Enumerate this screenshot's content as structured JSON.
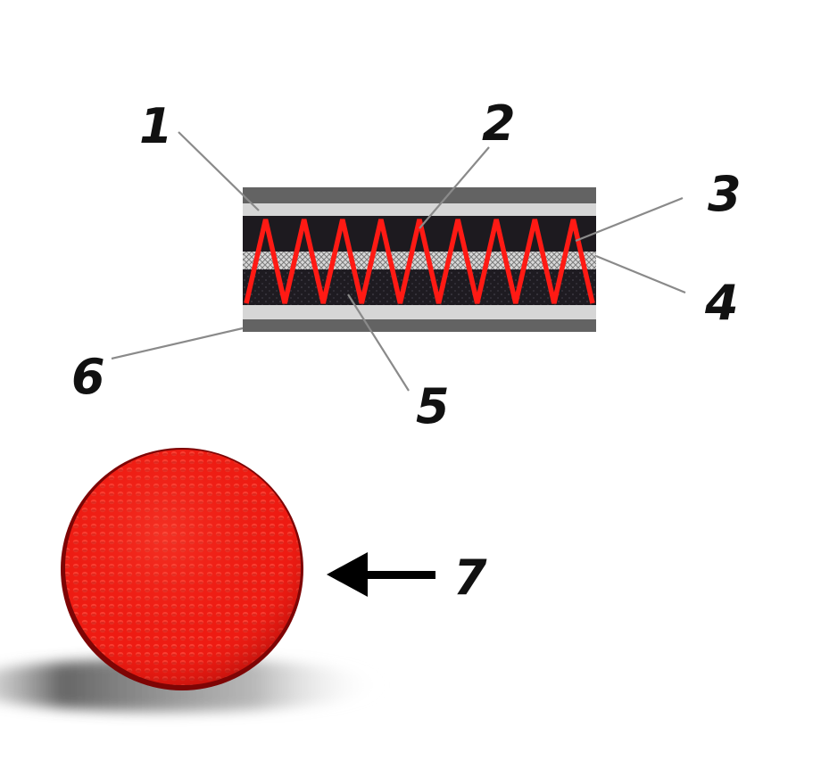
{
  "colors": {
    "outer_layer": "#636363",
    "inner_light_layer": "#d6d6d6",
    "core_layer": "#1d1a1f",
    "mesh_layer": "#bdbdbd",
    "fiber": "#ff1a14",
    "ball": "#ee1b12",
    "ball_rim": "#7e0505",
    "leader_line": "#8a8a8a",
    "label": "#111111"
  },
  "callouts": [
    {
      "id": "1",
      "label": "1"
    },
    {
      "id": "2",
      "label": "2"
    },
    {
      "id": "3",
      "label": "3"
    },
    {
      "id": "4",
      "label": "4"
    },
    {
      "id": "5",
      "label": "5"
    },
    {
      "id": "6",
      "label": "6"
    },
    {
      "id": "7",
      "label": "7"
    }
  ],
  "fiber_peaks": 9
}
